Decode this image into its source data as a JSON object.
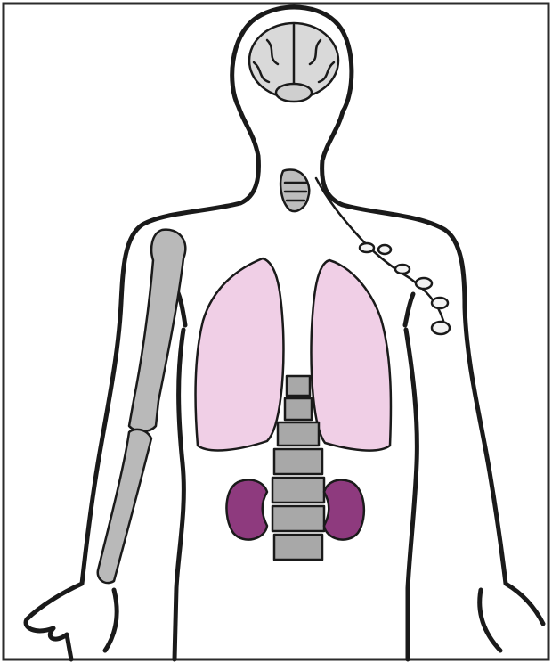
{
  "diagram": {
    "colors": {
      "background": "#ffffff",
      "frame": "#2b2b2b",
      "outline": "#1a1a1a",
      "brain": "#d9d9d9",
      "thyroid": "#bdbdbd",
      "lungs": "#f0cfe6",
      "spine": "#a8a8a8",
      "kidneys": "#8e3a7e",
      "bone": "#b9b9b9",
      "lymph": "#f2f2f2"
    },
    "parts": [
      {
        "id": "brain",
        "icon": "brain-icon"
      },
      {
        "id": "thyroid",
        "icon": "thyroid-icon"
      },
      {
        "id": "lymph-nodes",
        "icon": "lymph-node-icon"
      },
      {
        "id": "left-lung",
        "icon": "lung-icon"
      },
      {
        "id": "right-lung",
        "icon": "lung-icon"
      },
      {
        "id": "spine",
        "icon": "spine-icon"
      },
      {
        "id": "left-kidney",
        "icon": "kidney-icon"
      },
      {
        "id": "right-kidney",
        "icon": "kidney-icon"
      },
      {
        "id": "arm-bones",
        "icon": "bone-icon"
      }
    ]
  }
}
